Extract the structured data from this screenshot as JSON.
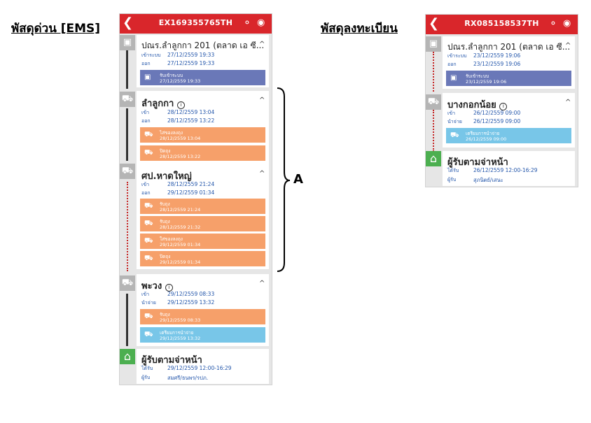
{
  "captions": {
    "ems": "พัสดุด่วน [EMS]",
    "reg": "พัสดุลงทะเบียน",
    "bracket_label": "A"
  },
  "icons": {
    "back": "chevron-left-icon",
    "share": "share-icon",
    "location": "location-pin-icon",
    "box": "parcel-box-icon",
    "truck": "truck-icon",
    "scooter": "scooter-icon",
    "home": "home-icon",
    "info": "info-icon",
    "collapse": "chevron-up-icon"
  },
  "colors": {
    "header": "#d9262b",
    "event_blue": "#6a78b8",
    "event_orange": "#f6a06a",
    "event_cyan": "#78c6e8",
    "text_blue": "#2255aa",
    "home_green": "#4caf50",
    "dotted_line": "#c62828"
  },
  "ems": {
    "tracking": "EX169355765TH",
    "stations": [
      {
        "title": "ปณร.ลำลูกกา 201 (ตลาด เอ ซี...",
        "caret": "^",
        "rows": [
          {
            "label": "เข้าระบบ",
            "value": "27/12/2559 19:33"
          },
          {
            "label": "ออก",
            "value": "27/12/2559 19:33"
          }
        ],
        "events": [
          {
            "name": "รับเข้าระบบ",
            "time": "27/12/2559 19:33"
          }
        ]
      },
      {
        "title": "ลำลูกกา",
        "info": "i",
        "caret": "^",
        "rows": [
          {
            "label": "เข้า",
            "value": "28/12/2559 13:04"
          },
          {
            "label": "ออก",
            "value": "28/12/2559 13:22"
          }
        ],
        "events": [
          {
            "name": "ไส่ของลงถุง",
            "time": "28/12/2559 13:04"
          },
          {
            "name": "ปิดถุง",
            "time": "28/12/2559 13:22"
          }
        ]
      },
      {
        "title": "ศป.หาดใหญ่",
        "caret": "^",
        "rows": [
          {
            "label": "เข้า",
            "value": "28/12/2559 21:24"
          },
          {
            "label": "ออก",
            "value": "29/12/2559 01:34"
          }
        ],
        "events": [
          {
            "name": "รับถุง",
            "time": "28/12/2559 21:24"
          },
          {
            "name": "รับถุง",
            "time": "28/12/2559 21:32"
          },
          {
            "name": "ใส่ของลงถุง",
            "time": "29/12/2559 01:34"
          },
          {
            "name": "ปิดถุง",
            "time": "29/12/2559 01:34"
          }
        ]
      },
      {
        "title": "พะวง",
        "info": "i",
        "caret": "^",
        "rows": [
          {
            "label": "เข้า",
            "value": "29/12/2559 08:33"
          },
          {
            "label": "นำจ่าย",
            "value": "29/12/2559 13:32"
          }
        ],
        "events": [
          {
            "name": "รับถุง",
            "time": "29/12/2559 08:33"
          },
          {
            "name": "เตรียมการนำจ่าย",
            "time": "29/12/2559 13:32"
          }
        ]
      }
    ],
    "receiver": {
      "title": "ผู้รับตามจ่าหน้า",
      "rows": [
        {
          "label": "ได้รับ",
          "value": "29/12/2559 12:00-16:29"
        },
        {
          "label": "ผู้รับ",
          "value": "สมศรี/ธนพร/รปภ."
        }
      ]
    }
  },
  "reg": {
    "tracking": "RX085158537TH",
    "stations": [
      {
        "title": "ปณร.ลำลูกกา 201 (ตลาด เอ ซี...",
        "caret": "^",
        "rows": [
          {
            "label": "เข้าระบบ",
            "value": "23/12/2559 19:06"
          },
          {
            "label": "ออก",
            "value": "23/12/2559 19:06"
          }
        ],
        "events": [
          {
            "name": "รับเข้าระบบ",
            "time": "23/12/2559 19:06"
          }
        ]
      },
      {
        "title": "บางกอกน้อย",
        "info": "i",
        "caret": "^",
        "rows": [
          {
            "label": "เข้า",
            "value": "26/12/2559 09:00"
          },
          {
            "label": "นำจ่าย",
            "value": "26/12/2559 09:00"
          }
        ],
        "events": [
          {
            "name": "เตรียมการนำจ่าย",
            "time": "26/12/2559 09:00"
          }
        ]
      }
    ],
    "receiver": {
      "title": "ผู้รับตามจ่าหน้า",
      "rows": [
        {
          "label": "ได้รับ",
          "value": "26/12/2559 12:00-16:29"
        },
        {
          "label": "ผู้รับ",
          "value": "สุภนิตย์/เสนะ"
        }
      ]
    }
  }
}
